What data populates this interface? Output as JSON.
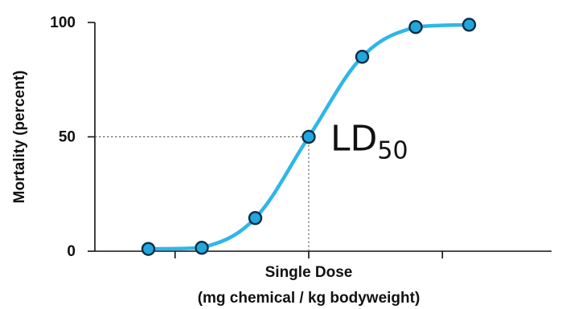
{
  "chart_data": {
    "type": "line",
    "xlabel": "Single Dose",
    "xlabel_line2": "(mg chemical / kg bodyweight)",
    "ylabel": "Mortality (percent)",
    "y_ticks": [
      "0",
      "50",
      "100"
    ],
    "ylim": [
      0,
      100
    ],
    "xlim": [
      0,
      8
    ],
    "x": [
      1,
      2,
      3,
      4,
      5,
      6,
      7
    ],
    "values": [
      1,
      1.5,
      14.5,
      50,
      85,
      98,
      99
    ],
    "grid": false,
    "annotation": {
      "main": "LD",
      "sub": "50",
      "x": 4,
      "y": 50
    },
    "colors": {
      "line": "#2fb6ea",
      "marker_fill": "#21a7dd",
      "marker_edge": "#0b2d45",
      "axis": "#111111",
      "guide": "#555555"
    }
  }
}
